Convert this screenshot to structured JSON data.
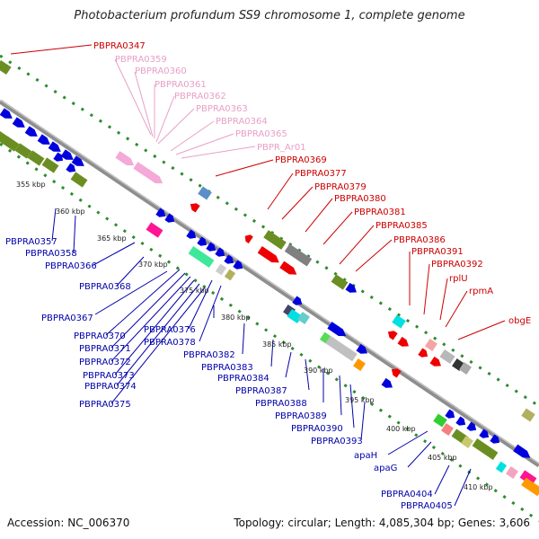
{
  "title": "Photobacterium profundum SS9 chromosome 1, complete genome",
  "footer": {
    "accession": "Accession: NC_006370",
    "stats": "Topology: circular; Length: 4,085,304 bp; Genes: 3,606"
  },
  "colors": {
    "backbone": "#8e8e8e",
    "dots": "#2e8b2e",
    "label_red": "#cc0000",
    "label_pink": "#e8a0c8",
    "label_blue": "#0000aa",
    "gene_blue": "#0000dd",
    "gene_olive": "#6b8e23",
    "gene_red": "#ee0000",
    "gene_pink": "#f4a9d8",
    "gene_gray": "#808080",
    "gene_cyan": "#00e0e0",
    "gene_magenta": "#ff1493",
    "gene_orange": "#ff9900"
  },
  "kbp_ticks": [
    "355 kbp",
    "360 kbp",
    "365 kbp",
    "370 kbp",
    "375 kbp",
    "380 kbp",
    "385 kbp",
    "390 kbp",
    "395 kbp",
    "400 kbp",
    "405 kbp",
    "410 kbp"
  ],
  "labels_red": [
    "PBPRA0347",
    "PBPRA0369",
    "PBPRA0377",
    "PBPRA0379",
    "PBPRA0380",
    "PBPRA0381",
    "PBPRA0385",
    "PBPRA0386",
    "PBPRA0391",
    "PBPRA0392",
    "rplU",
    "rpmA",
    "obgE"
  ],
  "labels_pink": [
    "PBPRA0359",
    "PBPRA0360",
    "PBPRA0361",
    "PBPRA0362",
    "PBPRA0363",
    "PBPRA0364",
    "PBPRA0365",
    "PBPR_Ar01"
  ],
  "labels_blue": [
    "PBPRA0357",
    "PBPRA0358",
    "PBPRA0366",
    "PBPRA0368",
    "PBPRA0367",
    "PBPRA0370",
    "PBPRA0371",
    "PBPRA0372",
    "PBPRA0373",
    "PBPRA0374",
    "PBPRA0375",
    "PBPRA0376",
    "PBPRA0378",
    "PBPRA0382",
    "PBPRA0383",
    "PBPRA0384",
    "PBPRA0387",
    "PBPRA0388",
    "PBPRA0389",
    "PBPRA0390",
    "PBPRA0393",
    "apaH",
    "apaG",
    "PBPRA0404",
    "PBPRA0405"
  ]
}
